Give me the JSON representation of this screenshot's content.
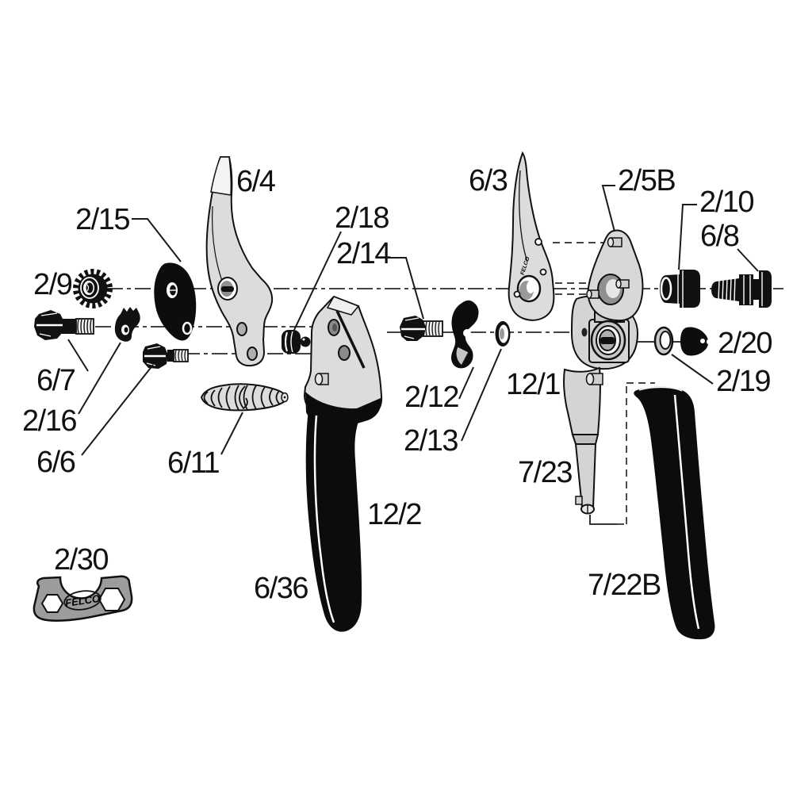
{
  "diagram": {
    "kind": "exploded-parts-diagram",
    "product": "pruning shears",
    "colors": {
      "background": "#ffffff",
      "outline": "#111111",
      "metal_light": "#dcdcdc",
      "metal_mid": "#9c9c9c",
      "black_part": "#0d0d0d"
    }
  },
  "logos": {
    "wrench": "FELCO",
    "blade": "FELCO"
  },
  "parts": {
    "p2_15": {
      "label": "2/15"
    },
    "p2_9": {
      "label": "2/9"
    },
    "p6_7": {
      "label": "6/7"
    },
    "p2_16": {
      "label": "2/16"
    },
    "p6_6": {
      "label": "6/6"
    },
    "p6_11": {
      "label": "6/11"
    },
    "p2_30": {
      "label": "2/30"
    },
    "p6_4": {
      "label": "6/4"
    },
    "p2_18": {
      "label": "2/18"
    },
    "p2_14": {
      "label": "2/14"
    },
    "p2_12": {
      "label": "2/12"
    },
    "p2_13": {
      "label": "2/13"
    },
    "p12_2": {
      "label": "12/2"
    },
    "p6_36": {
      "label": "6/36"
    },
    "p6_3": {
      "label": "6/3"
    },
    "p2_5B": {
      "label": "2/5B"
    },
    "p2_10": {
      "label": "2/10"
    },
    "p6_8": {
      "label": "6/8"
    },
    "p2_20": {
      "label": "2/20"
    },
    "p2_19": {
      "label": "2/19"
    },
    "p12_1": {
      "label": "12/1"
    },
    "p7_23": {
      "label": "7/23"
    },
    "p7_22B": {
      "label": "7/22B"
    }
  }
}
